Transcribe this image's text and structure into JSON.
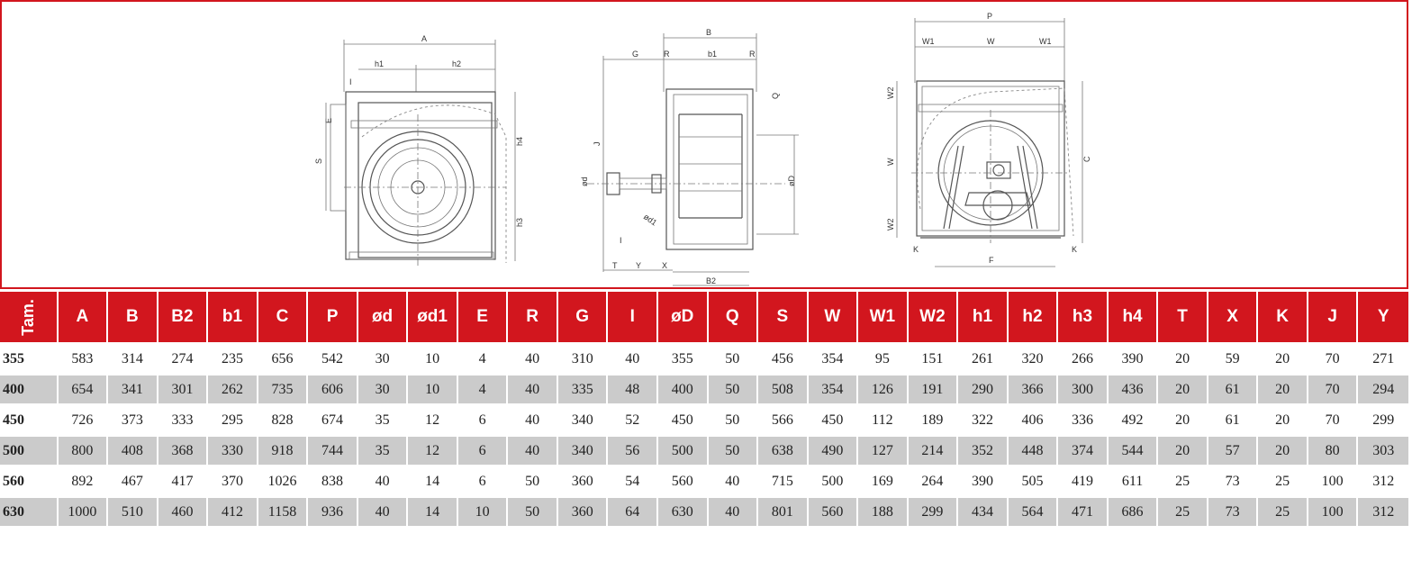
{
  "drawing": {
    "view1_labels": [
      "A",
      "h1",
      "h2",
      "E",
      "I",
      "S",
      "h4",
      "h3"
    ],
    "view2_labels": [
      "B",
      "G",
      "R",
      "b1",
      "R",
      "Q",
      "J",
      "ød",
      "øD",
      "ød1",
      "I",
      "T",
      "Y",
      "X",
      "B2"
    ],
    "view3_labels": [
      "P",
      "W1",
      "W",
      "W1",
      "W2",
      "W",
      "W2",
      "C",
      "K",
      "K",
      "F"
    ]
  },
  "table": {
    "headers": [
      "Tam.",
      "A",
      "B",
      "B2",
      "b1",
      "C",
      "P",
      "ød",
      "ød1",
      "E",
      "R",
      "G",
      "I",
      "øD",
      "Q",
      "S",
      "W",
      "W1",
      "W2",
      "h1",
      "h2",
      "h3",
      "h4",
      "T",
      "X",
      "K",
      "J",
      "Y"
    ],
    "rows": [
      [
        "355",
        "583",
        "314",
        "274",
        "235",
        "656",
        "542",
        "30",
        "10",
        "4",
        "40",
        "310",
        "40",
        "355",
        "50",
        "456",
        "354",
        "95",
        "151",
        "261",
        "320",
        "266",
        "390",
        "20",
        "59",
        "20",
        "70",
        "271"
      ],
      [
        "400",
        "654",
        "341",
        "301",
        "262",
        "735",
        "606",
        "30",
        "10",
        "4",
        "40",
        "335",
        "48",
        "400",
        "50",
        "508",
        "354",
        "126",
        "191",
        "290",
        "366",
        "300",
        "436",
        "20",
        "61",
        "20",
        "70",
        "294"
      ],
      [
        "450",
        "726",
        "373",
        "333",
        "295",
        "828",
        "674",
        "35",
        "12",
        "6",
        "40",
        "340",
        "52",
        "450",
        "50",
        "566",
        "450",
        "112",
        "189",
        "322",
        "406",
        "336",
        "492",
        "20",
        "61",
        "20",
        "70",
        "299"
      ],
      [
        "500",
        "800",
        "408",
        "368",
        "330",
        "918",
        "744",
        "35",
        "12",
        "6",
        "40",
        "340",
        "56",
        "500",
        "50",
        "638",
        "490",
        "127",
        "214",
        "352",
        "448",
        "374",
        "544",
        "20",
        "57",
        "20",
        "80",
        "303"
      ],
      [
        "560",
        "892",
        "467",
        "417",
        "370",
        "1026",
        "838",
        "40",
        "14",
        "6",
        "50",
        "360",
        "54",
        "560",
        "40",
        "715",
        "500",
        "169",
        "264",
        "390",
        "505",
        "419",
        "611",
        "25",
        "73",
        "25",
        "100",
        "312"
      ],
      [
        "630",
        "1000",
        "510",
        "460",
        "412",
        "1158",
        "936",
        "40",
        "14",
        "10",
        "50",
        "360",
        "64",
        "630",
        "40",
        "801",
        "560",
        "188",
        "299",
        "434",
        "564",
        "471",
        "686",
        "25",
        "73",
        "25",
        "100",
        "312"
      ]
    ]
  },
  "colors": {
    "accent": "#d2161e",
    "row_shade": "#cbcbcb"
  }
}
